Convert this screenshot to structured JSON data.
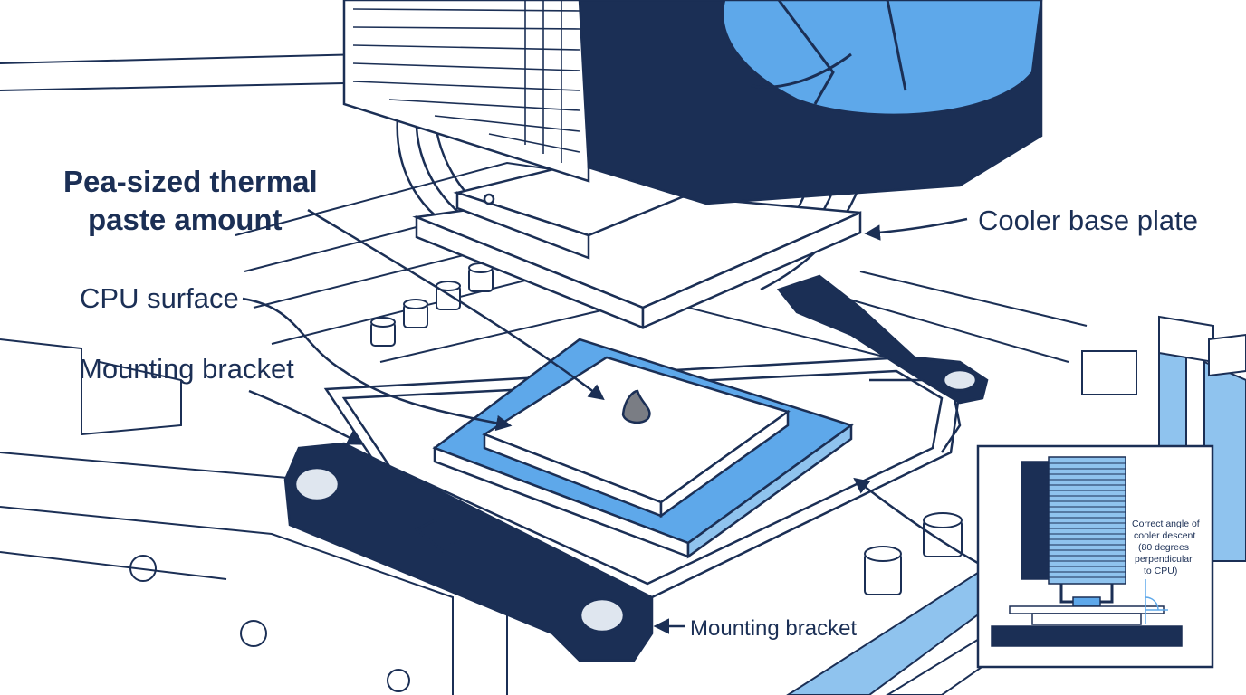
{
  "labels": {
    "paste_line1": "Pea-sized thermal",
    "paste_line2": "paste amount",
    "cpu_surface": "CPU surface",
    "bracket_left": "Mounting bracket",
    "cooler_base": "Cooler base plate",
    "bracket_bottom": "Mounting bracket"
  },
  "inset": {
    "line1": "Correct angle of",
    "line2": "cooler descent",
    "line3": "(80 degrees",
    "line4": "perpendicular",
    "line5": "to CPU)"
  },
  "colors": {
    "navy": "#1b2f55",
    "fan_blue": "#5ea8ea",
    "light_blue": "#8fc3ee",
    "outline": "#1b2f55"
  }
}
